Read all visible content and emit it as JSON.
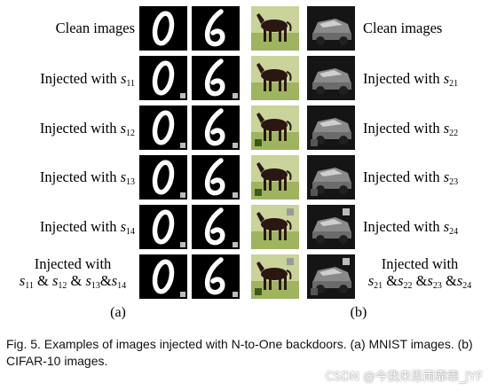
{
  "figure": {
    "left_labels": [
      {
        "text": "Clean images",
        "sub": ""
      },
      {
        "text": "Injected with ",
        "sub": "11"
      },
      {
        "text": "Injected with ",
        "sub": "12"
      },
      {
        "text": "Injected with ",
        "sub": "13"
      },
      {
        "text": "Injected with ",
        "sub": "14"
      }
    ],
    "left_combined": {
      "line1": "Injected with",
      "s": [
        "11",
        "12",
        "13",
        "14"
      ]
    },
    "right_labels": [
      {
        "text": "Clean images",
        "sub": ""
      },
      {
        "text": "Injected with ",
        "sub": "21"
      },
      {
        "text": "Injected with ",
        "sub": "22"
      },
      {
        "text": "Injected with ",
        "sub": "23"
      },
      {
        "text": "Injected with ",
        "sub": "24"
      }
    ],
    "right_combined": {
      "line1": "Injected with",
      "s": [
        "21",
        "22",
        "23",
        "24"
      ]
    },
    "symbol": "s",
    "amp": "&",
    "sub_caption_a": "(a)",
    "sub_caption_b": "(b)",
    "mnist_digits": [
      "0",
      "6"
    ],
    "caption": "Fig. 5. Examples of images injected with N-to-One backdoors. (a) MNIST images. (b) CIFAR-10 images.",
    "watermark": "CSDN @今我来思雨霏霏_JYF"
  }
}
